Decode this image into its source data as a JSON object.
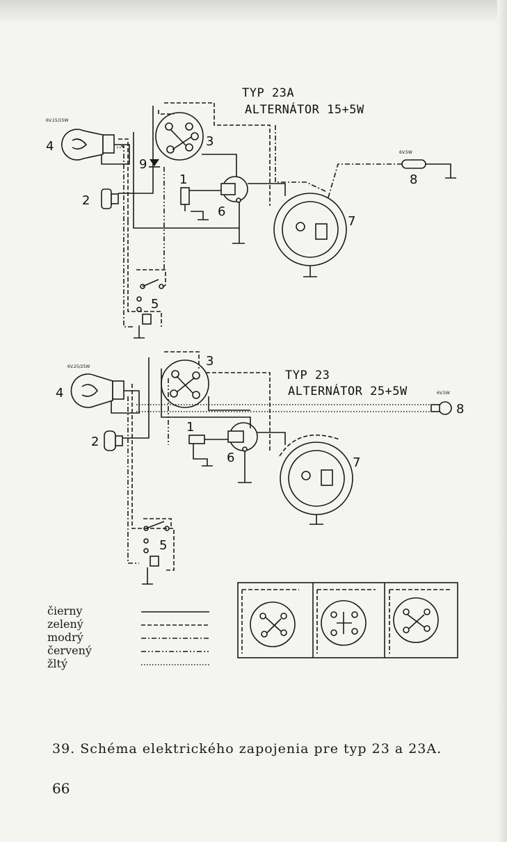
{
  "diagram_top": {
    "title_line1": "TYP 23A",
    "title_line2": "ALTERNÁTOR 15+5W",
    "bulb_rating": "6V.15/15W",
    "small_bulb_rating": "6V.5W",
    "labels": [
      "4",
      "2",
      "9",
      "1",
      "3",
      "6",
      "7",
      "5",
      "8"
    ]
  },
  "diagram_bottom": {
    "title_line1": "TYP 23",
    "title_line2": "ALTERNÁTOR 25+5W",
    "bulb_rating": "6V.25/25W",
    "small_bulb_rating": "6V.5W",
    "labels": [
      "4",
      "2",
      "1",
      "3",
      "6",
      "7",
      "5",
      "8"
    ]
  },
  "legend": [
    {
      "label": "čierny",
      "style": "solid"
    },
    {
      "label": "zelený",
      "style": "dashed"
    },
    {
      "label": "modrý",
      "style": "dash-dot"
    },
    {
      "label": "červený",
      "style": "dash-dot-dot"
    },
    {
      "label": "žltý",
      "style": "dotted"
    }
  ],
  "caption": "39. Schéma elektrického zapojenia pre typ 23 a 23A.",
  "page_number": "66"
}
